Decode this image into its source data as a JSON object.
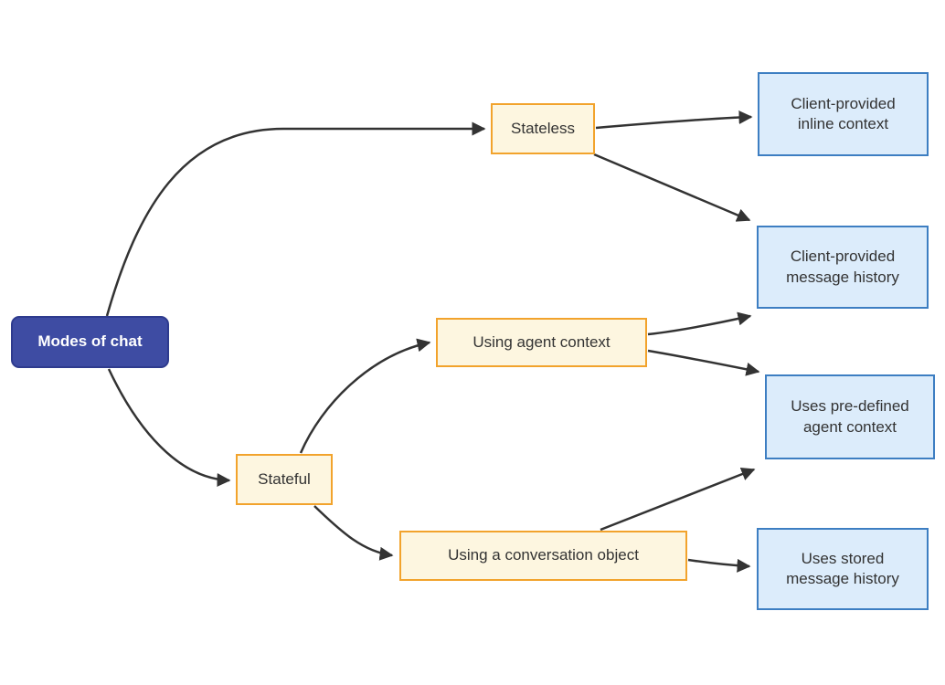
{
  "diagram": {
    "nodes": [
      {
        "id": "root",
        "label": "Modes of chat",
        "type": "root"
      },
      {
        "id": "stateless",
        "label": "Stateless",
        "type": "branch"
      },
      {
        "id": "stateful",
        "label": "Stateful",
        "type": "branch"
      },
      {
        "id": "agent-context",
        "label": "Using agent context",
        "type": "branch"
      },
      {
        "id": "conversation-object",
        "label": "Using a conversation object",
        "type": "branch"
      },
      {
        "id": "inline-context",
        "label": "Client-provided inline context",
        "type": "leaf"
      },
      {
        "id": "message-history",
        "label": "Client-provided message history",
        "type": "leaf"
      },
      {
        "id": "predefined-context",
        "label": "Uses pre-defined agent context",
        "type": "leaf"
      },
      {
        "id": "stored-history",
        "label": "Uses stored message history",
        "type": "leaf"
      }
    ],
    "edges": [
      {
        "from": "root",
        "to": "stateless"
      },
      {
        "from": "root",
        "to": "stateful"
      },
      {
        "from": "stateless",
        "to": "inline-context"
      },
      {
        "from": "stateless",
        "to": "message-history"
      },
      {
        "from": "stateful",
        "to": "agent-context"
      },
      {
        "from": "stateful",
        "to": "conversation-object"
      },
      {
        "from": "agent-context",
        "to": "message-history"
      },
      {
        "from": "agent-context",
        "to": "predefined-context"
      },
      {
        "from": "conversation-object",
        "to": "predefined-context"
      },
      {
        "from": "conversation-object",
        "to": "stored-history"
      }
    ],
    "colors": {
      "background": "#FFFFFF",
      "root_fill": "#3E4CA3",
      "root_border": "#2E3B8E",
      "root_text": "#FFFFFF",
      "branch_fill": "#FDF6E0",
      "branch_border": "#F2A32C",
      "leaf_fill": "#DCECFB",
      "leaf_border": "#3D7EC2",
      "node_text": "#333333",
      "edge": "#333333"
    }
  }
}
